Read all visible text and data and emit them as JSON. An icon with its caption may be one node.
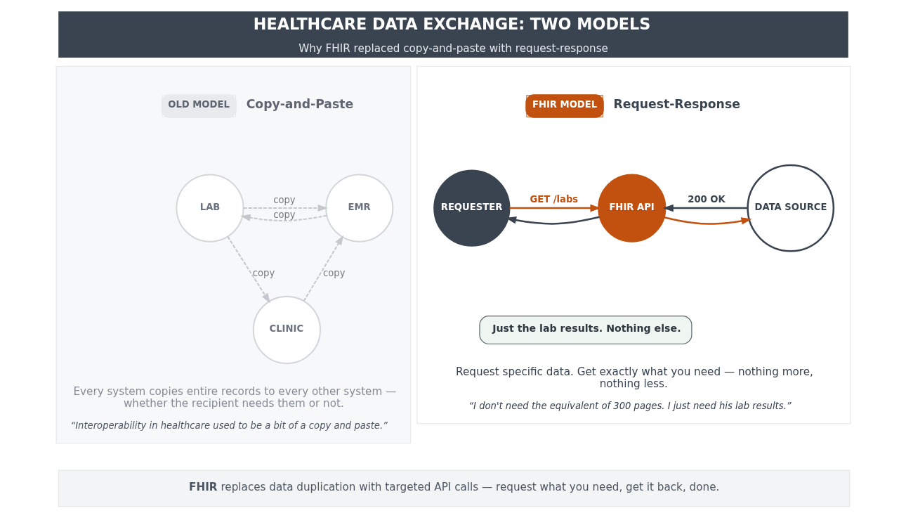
{
  "diagram": {
    "title": "HEALTHCARE DATA EXCHANGE: TWO MODELS",
    "caption": "Why FHIR replaced copy-and-paste with request-response",
    "nodes": [
      {
        "text": [
          "Every system copies entire records to every other system — whether the recipient needs them or not.",
          "“Interoperability in healthcare used to be a bit of a copy and paste.”"
        ]
      },
      {
        "text": [
          "OLD MODEL"
        ],
        "beside": [
          "Copy-and-Paste"
        ],
        "in": 0
      },
      {
        "text": [
          "LAB"
        ],
        "in": 0
      },
      {
        "text": [
          "EMR"
        ],
        "in": 0
      },
      {
        "text": [
          "CLINIC"
        ],
        "in": 0
      },
      {
        "text": [
          "Request specific data. Get exactly what you need — nothing more, nothing less.",
          "“I don't need the equivalent of 300 pages. I just need his lab results.”"
        ]
      },
      {
        "text": [
          "FHIR MODEL"
        ],
        "beside": [
          "Request-Response"
        ],
        "in": 5
      },
      {
        "text": [
          "REQUESTER"
        ],
        "in": 5
      },
      {
        "text": [
          "FHIR API"
        ],
        "in": 5
      },
      {
        "text": [
          "DATA SOURCE"
        ],
        "in": 5
      },
      {
        "text": [
          "Just the lab results. Nothing else."
        ],
        "in": 5
      },
      {
        "text": [
          "**FHIR** replaces data duplication with targeted API calls — request what you need, get it back, done."
        ]
      }
    ],
    "edges": [
      {
        "from": 2,
        "to": 3,
        "arrow": "to",
        "label": "copy",
        "style": "dashed",
        "color": "#c4c7cc"
      },
      {
        "from": 3,
        "to": 2,
        "arrow": "to",
        "label": "copy",
        "style": "dashed",
        "color": "#c4c7cc"
      },
      {
        "from": 2,
        "to": 4,
        "arrow": "to",
        "label": "copy",
        "style": "dashed",
        "color": "#c4c7cc"
      },
      {
        "from": 4,
        "to": 3,
        "arrow": "to",
        "label": "copy",
        "style": "dashed",
        "color": "#c4c7cc"
      },
      {
        "from": 7,
        "to": 8,
        "arrow": "to",
        "label": "GET /labs",
        "color": "#c2510f"
      },
      {
        "from": 8,
        "to": 9,
        "arrow": "to",
        "color": "#c2510f"
      },
      {
        "from": 9,
        "to": 8,
        "arrow": "to",
        "label": "200 OK",
        "color": "#3a4450"
      },
      {
        "from": 8,
        "to": 7,
        "arrow": "to",
        "color": "#3a4450"
      }
    ]
  }
}
